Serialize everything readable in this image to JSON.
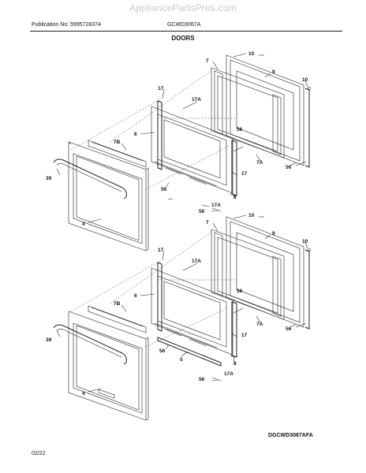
{
  "header": {
    "watermark": "AppliancePartsPros.com",
    "publication": "Publication No: 5995728374",
    "model": "GCWD3067A",
    "section_title": "DOORS"
  },
  "callouts": {
    "c4": "4",
    "c5": "5",
    "c6": "6",
    "c7": "7",
    "c7A": "7A",
    "c7B": "7B",
    "c8": "8",
    "c9": "9",
    "c10": "10",
    "c17": "17",
    "c17A": "17A",
    "c39": "39",
    "c56": "56"
  },
  "footer": {
    "diagram_code": "DGCWD3067AFA",
    "date": "02/22"
  }
}
